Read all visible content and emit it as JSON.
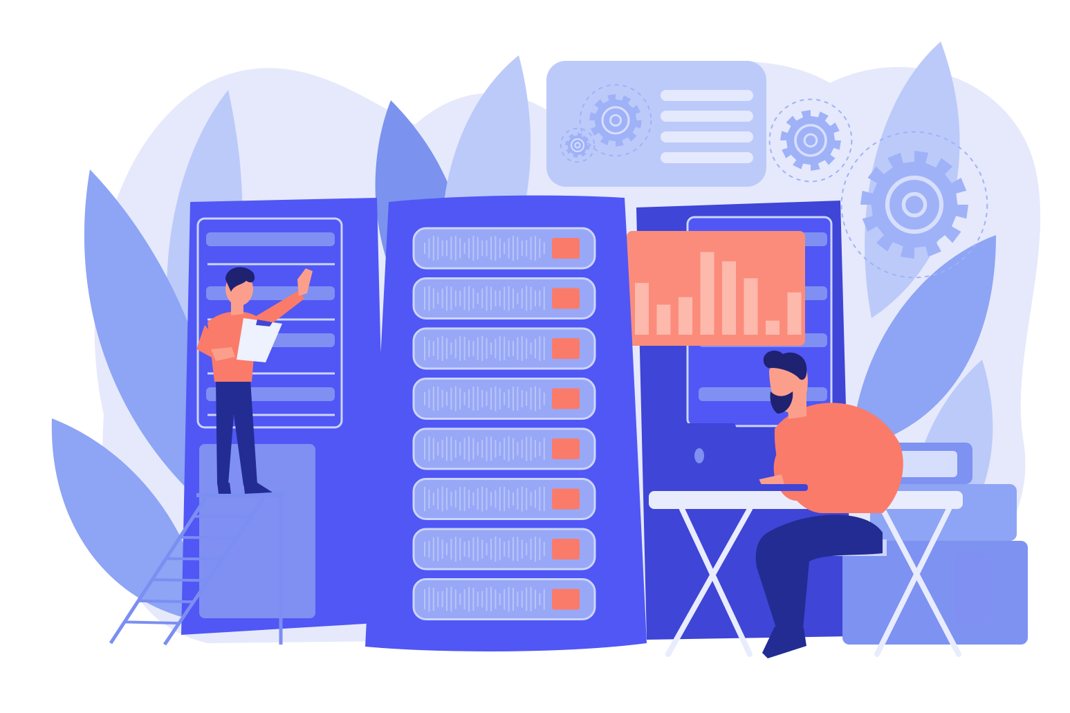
{
  "illustration": {
    "subject": "data-center-maintenance",
    "icons": [
      "gear-icon",
      "chart-icon",
      "server-rack-icon",
      "laptop-icon",
      "clipboard-icon"
    ]
  },
  "palette": {
    "background": "#ffffff",
    "backdrop_blob": "#e5e9fb",
    "leaf_light": "#bccafa",
    "leaf_mid": "#8ea4f4",
    "leaf_dark": "#7b92ef",
    "server_body": "#5057f5",
    "server_side": "#3f45d6",
    "server_panel": "#7f90f2",
    "server_slot": "#98a8f6",
    "server_line": "#ccd5fc",
    "accent_orange": "#fa7b6a",
    "chart_bg": "#fb8c7b",
    "chart_bar": "#fcb9ac",
    "skin": "#fb9f8c",
    "hair": "#1e2270",
    "pants": "#232c93",
    "desk_top": "#e8ecfd",
    "books": "#7d92f1",
    "gear": "#9fb2f8",
    "ladder": "#7b8ef2"
  },
  "chart_panel": {
    "bars": [
      0.55,
      0.32,
      0.4,
      0.88,
      0.78,
      0.6,
      0.15,
      0.45
    ]
  },
  "rack_slots": {
    "count": 8
  }
}
